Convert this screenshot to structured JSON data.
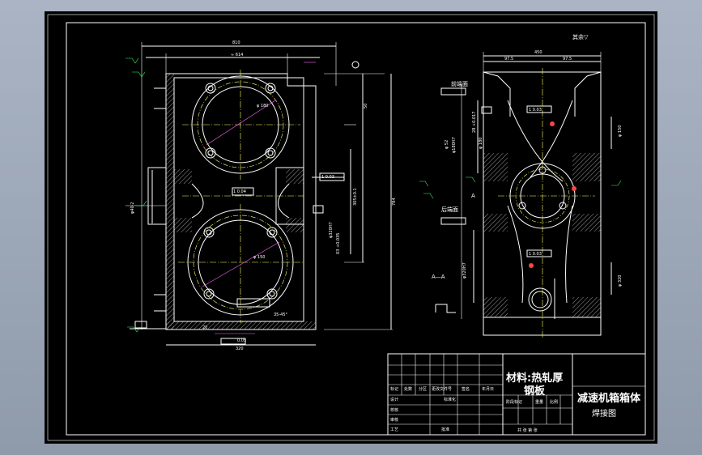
{
  "drawing": {
    "title_block": {
      "material_label": "材料:热轧厚",
      "material_label_2": "钢板",
      "part_name_1": "减速机箱箱体",
      "part_name_2": "焊接图",
      "cells": [
        "标记",
        "处数",
        "分区",
        "更改文件号",
        "签名",
        "年月日",
        "设计",
        "标准化",
        "校核",
        "审核",
        "工艺",
        "批准",
        "阶段标记",
        "重量",
        "比例",
        "共 张 第 张"
      ]
    },
    "labels": {
      "surface_finish_note": "其余▽",
      "section_label": "A—A",
      "front_face": "前端面",
      "rear_face": "后端面",
      "view_mark_a": "A"
    },
    "colors": {
      "frame": "#ffffff",
      "centerline": "#ffff66",
      "dimension": "#ff66ff",
      "symbol": "#33ff66",
      "highlight": "#ff4444"
    }
  }
}
